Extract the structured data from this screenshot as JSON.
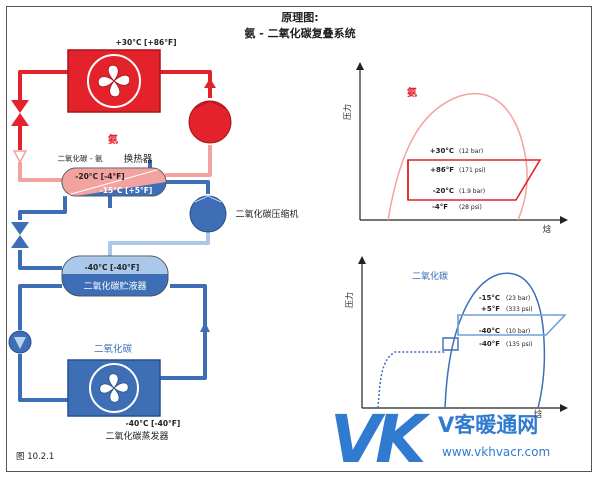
{
  "title": {
    "line1": "原理图:",
    "line2": "氨 - 二氧化碳复叠系统"
  },
  "figure_label": "图 10.2.1",
  "watermark": {
    "logo_letters": "VK",
    "brand": "V客暖通网",
    "url": "www.vkhvacr.com"
  },
  "schematic": {
    "condenser_temp": "+30°C [+86°F]",
    "ammonia_label": "氨",
    "hx_label_left": "二氧化碳 - 氨",
    "hx_label_right": "换热器",
    "hx_temp_upper": "-20°C [-4°F]",
    "hx_temp_lower": "-15°C [+5°F]",
    "co2_compressor": "二氧化碳压缩机",
    "receiver_temp": "-40°C [-40°F]",
    "receiver_label": "二氧化碳贮液器",
    "co2_label": "二氧化碳",
    "evap_temp": "-40°C [-40°F]",
    "evap_label": "二氧化碳蒸发器"
  },
  "chart_ammonia": {
    "ylabel": "压力",
    "xlabel": "焓",
    "fluid": "氨",
    "labels": [
      {
        "t": "+30°C",
        "p": "(12 bar)"
      },
      {
        "t": "+86°F",
        "p": "(171 psi)"
      },
      {
        "t": "-20°C",
        "p": "(1.9 bar)"
      },
      {
        "t": "-4°F",
        "p": "(28 psi)"
      }
    ]
  },
  "chart_co2": {
    "ylabel": "压力",
    "xlabel": "焓",
    "fluid": "二氧化碳",
    "labels": [
      {
        "t": "-15°C",
        "p": "(23 bar)"
      },
      {
        "t": "+5°F",
        "p": "(333 psi)"
      },
      {
        "t": "-40°C",
        "p": "(10 bar)"
      },
      {
        "t": "-40°F",
        "p": "(135 psi)"
      }
    ]
  },
  "colors": {
    "ammonia_red": "#e3222b",
    "ammonia_pink": "#f2a3a0",
    "co2_blue": "#3e6fb6",
    "co2_light": "#a9c8ea",
    "watermark_blue": "#1f6fcc"
  }
}
